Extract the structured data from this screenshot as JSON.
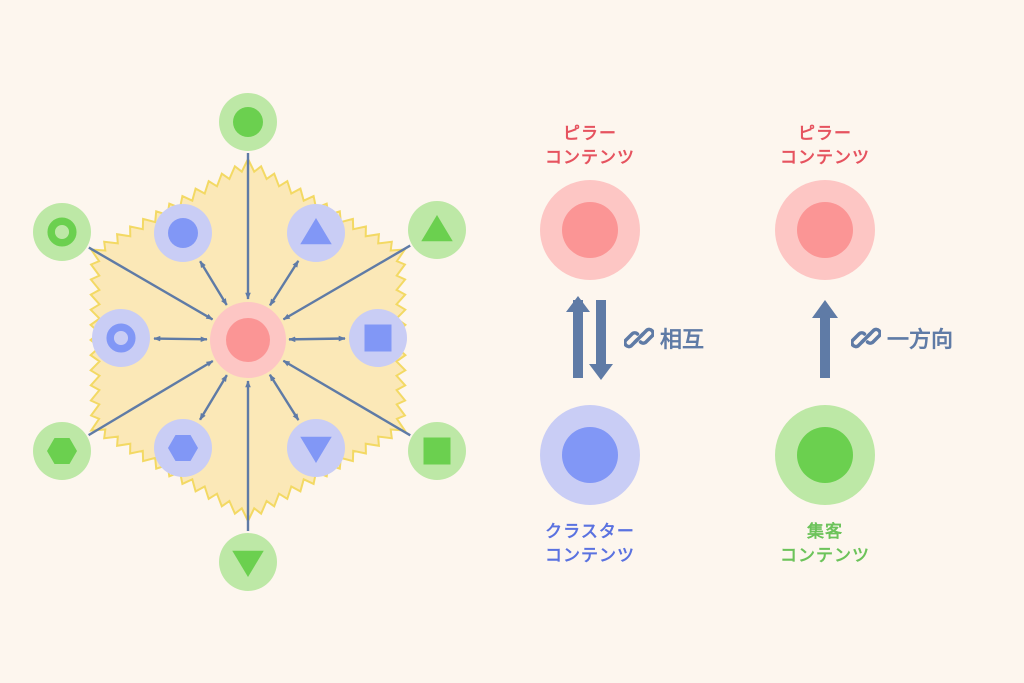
{
  "left_diagram": {
    "center": "pillar",
    "inner_nodes": [
      {
        "shape": "circle",
        "kind": "cluster"
      },
      {
        "shape": "triangle",
        "kind": "cluster"
      },
      {
        "shape": "ring",
        "kind": "cluster"
      },
      {
        "shape": "square",
        "kind": "cluster"
      },
      {
        "shape": "hexagon",
        "kind": "cluster"
      },
      {
        "shape": "triangle-down",
        "kind": "cluster"
      }
    ],
    "outer_nodes": [
      {
        "shape": "circle",
        "kind": "attract"
      },
      {
        "shape": "ring",
        "kind": "attract"
      },
      {
        "shape": "triangle",
        "kind": "attract"
      },
      {
        "shape": "hexagon",
        "kind": "attract"
      },
      {
        "shape": "square",
        "kind": "attract"
      },
      {
        "shape": "triangle-down",
        "kind": "attract"
      }
    ]
  },
  "relation_mutual": {
    "top_label": [
      "ピラー",
      "コンテンツ"
    ],
    "bottom_label": [
      "クラスター",
      "コンテンツ"
    ],
    "link_label": "相互",
    "link_icon": "link-icon"
  },
  "relation_oneway": {
    "top_label": [
      "ピラー",
      "コンテンツ"
    ],
    "bottom_label": [
      "集客",
      "コンテンツ"
    ],
    "link_label": "一方向",
    "link_icon": "link-icon"
  },
  "colors": {
    "background": "#fdf6ee",
    "pillar_outer": "#fdc6c4",
    "pillar_inner": "#fb9595",
    "cluster_outer": "#c9cdf5",
    "cluster_inner": "#8197f6",
    "attract_outer": "#bde8a6",
    "attract_inner": "#6bd04f",
    "hex_fill": "#fbe8b7",
    "hex_stroke": "#f3d964",
    "arrow": "#5f7ba6"
  }
}
